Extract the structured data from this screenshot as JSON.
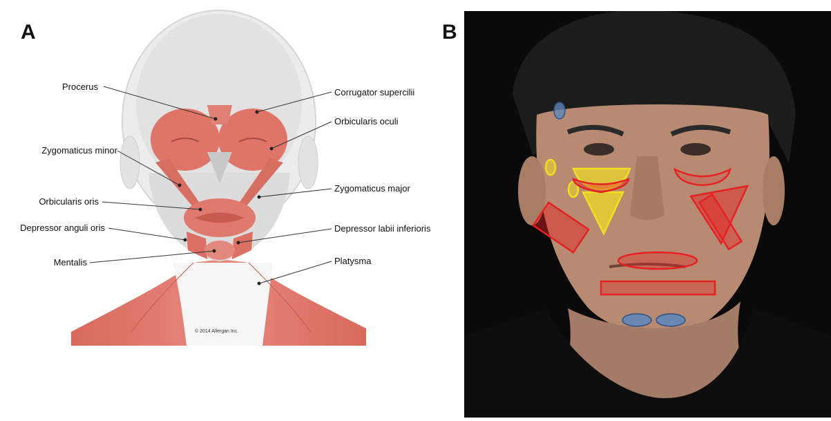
{
  "panels": {
    "a_label": "A",
    "b_label": "B"
  },
  "diagram": {
    "labels_left": [
      "Procerus",
      "Zygomaticus minor",
      "Orbicularis oris",
      "Depressor anguli oris",
      "Mentalis"
    ],
    "labels_right": [
      "Corrugator supercilii",
      "Orbicularis oculi",
      "Zygomaticus major",
      "Depressor labii inferioris",
      "Platysma"
    ],
    "copyright": "© 2014 Allergan Inc."
  },
  "colors": {
    "muscle": "#e0786c",
    "muscle_dark": "#c85a50",
    "skull": "#e4e4e4",
    "overlay_red": "#e52222",
    "overlay_yellow": "#f0e020",
    "overlay_blue": "#5f86b8"
  }
}
